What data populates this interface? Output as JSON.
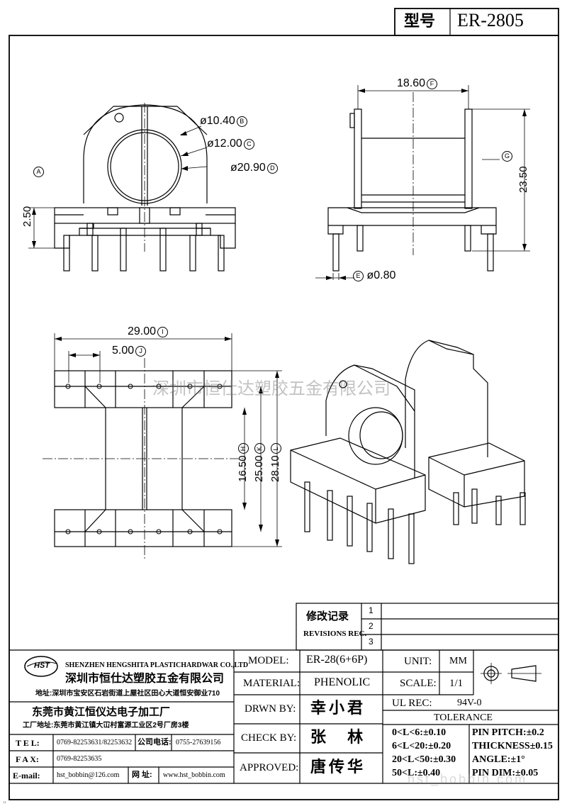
{
  "header": {
    "model_label": "型号",
    "model_value": "ER-2805"
  },
  "dimensions": {
    "d_1860": "18.60",
    "d_1040": "ø10.40",
    "d_1200": "ø12.00",
    "d_2090": "ø20.90",
    "d_2350": "23.50",
    "d_250": "2.50",
    "d_080": "ø0.80",
    "d_2900": "29.00",
    "d_500": "5.00",
    "d_1650": "16.50",
    "d_2500": "25.00",
    "d_2810": "28.10",
    "ref": {
      "A": "A",
      "B": "B",
      "C": "C",
      "D": "D",
      "E": "E",
      "F": "F",
      "G": "G",
      "H": "H",
      "I": "I",
      "J": "J",
      "K": "K",
      "L": "L"
    }
  },
  "watermark": "深圳市恒仕达塑胶五金有限公司",
  "revisions": {
    "title_cn": "修改记录",
    "title_en": "REVISIONS REC.",
    "rows": [
      "1",
      "2",
      "3"
    ]
  },
  "company": {
    "name_en": "SHENZHEN HENGSHITA PLASTICHARDWAR CO.,LTD",
    "name_cn": "深圳市恒仕达塑胶五金有限公司",
    "address1": "地址:深圳市宝安区石岩街道上屋社区田心大道恒安御业710",
    "factory": "东莞市黄江恒仪达电子加工厂",
    "address2": "工厂地址:东莞市黄江镇大冚村富源工业区2号厂房3楼",
    "tel_label": "T E L:",
    "tel_value": "0769-82253631/82253632",
    "company_label": "公司电话:",
    "company_value": "0755-27639156",
    "fax_label": "F A X:",
    "fax_value": "0769-82253635",
    "email_label": "E-mail:",
    "email_value": "hst_bobbin@126.com",
    "web_label": "网 址:",
    "web_value": "www.hst_bobbin.com",
    "logo_text": "HST"
  },
  "titleblock": {
    "model_label": "MODEL:",
    "model_value": "ER-28(6+6P)",
    "material_label": "MATERIAL:",
    "material_value": "PHENOLIC",
    "drawn_label": "DRWN BY:",
    "drawn_value": "幸小君",
    "check_label": "CHECK BY:",
    "check_value": "张 林",
    "approved_label": "APPROVED:",
    "approved_value": "唐传华",
    "unit_label": "UNIT:",
    "unit_value": "MM",
    "scale_label": "SCALE:",
    "scale_value": "1/1",
    "ul_label": "UL REC:",
    "ul_value": "94V-0",
    "tolerance_label": "TOLERANCE",
    "tol_rows": [
      "0<L<6:±0.10",
      "6<L<20:±0.20",
      "20<L<50:±0.30",
      "50<L:±0.40"
    ],
    "tol_right": [
      "PIN PITCH:±0.2",
      "THICKNESS±0.15",
      "ANGLE:±1°",
      "PIN DIM:±0.05"
    ]
  },
  "corner_mark": "\"",
  "footer_watermark": "hst_bobbin.com"
}
